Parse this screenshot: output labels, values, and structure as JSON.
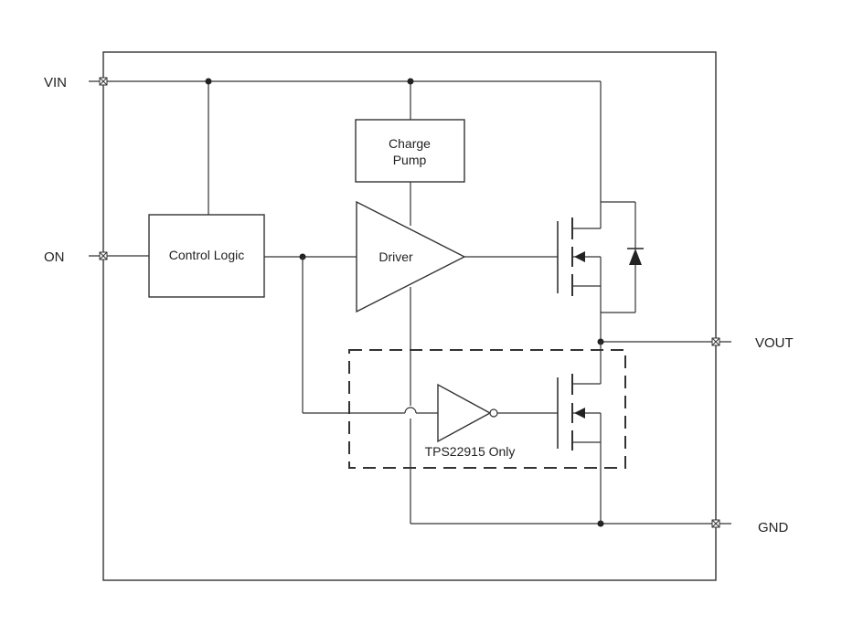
{
  "pins": {
    "vin": "VIN",
    "on": "ON",
    "vout": "VOUT",
    "gnd": "GND"
  },
  "blocks": {
    "charge_pump_line1": "Charge",
    "charge_pump_line2": "Pump",
    "control_logic": "Control Logic",
    "driver": "Driver"
  },
  "option_region": {
    "label": "TPS22915 Only"
  }
}
